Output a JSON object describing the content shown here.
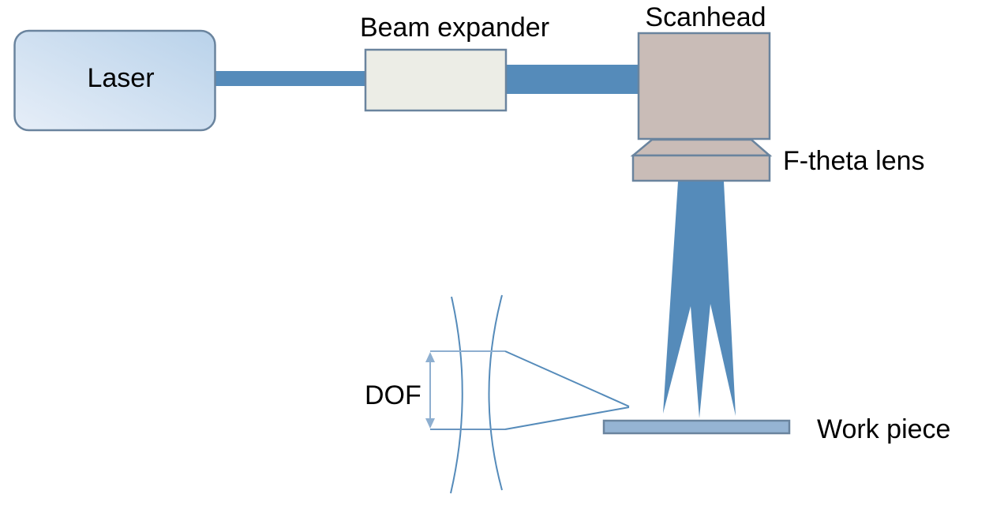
{
  "title": "Laser scanning setup",
  "labels": {
    "laser": "Laser",
    "beam_expander": "Beam expander",
    "scanhead": "Scanhead",
    "f_theta_lens": "F-theta lens",
    "dof": "DOF",
    "work_piece": "Work piece"
  },
  "colors": {
    "beam": "#558bba",
    "outline": "#6a849e",
    "laser_fill_light": "#e6eef8",
    "laser_fill_dark": "#b9d2ea",
    "expander_fill": "#ecede6",
    "scanhead_fill": "#c9bcb7",
    "workpiece_fill": "#95b4d3",
    "dof_line": "#8eafd0"
  }
}
